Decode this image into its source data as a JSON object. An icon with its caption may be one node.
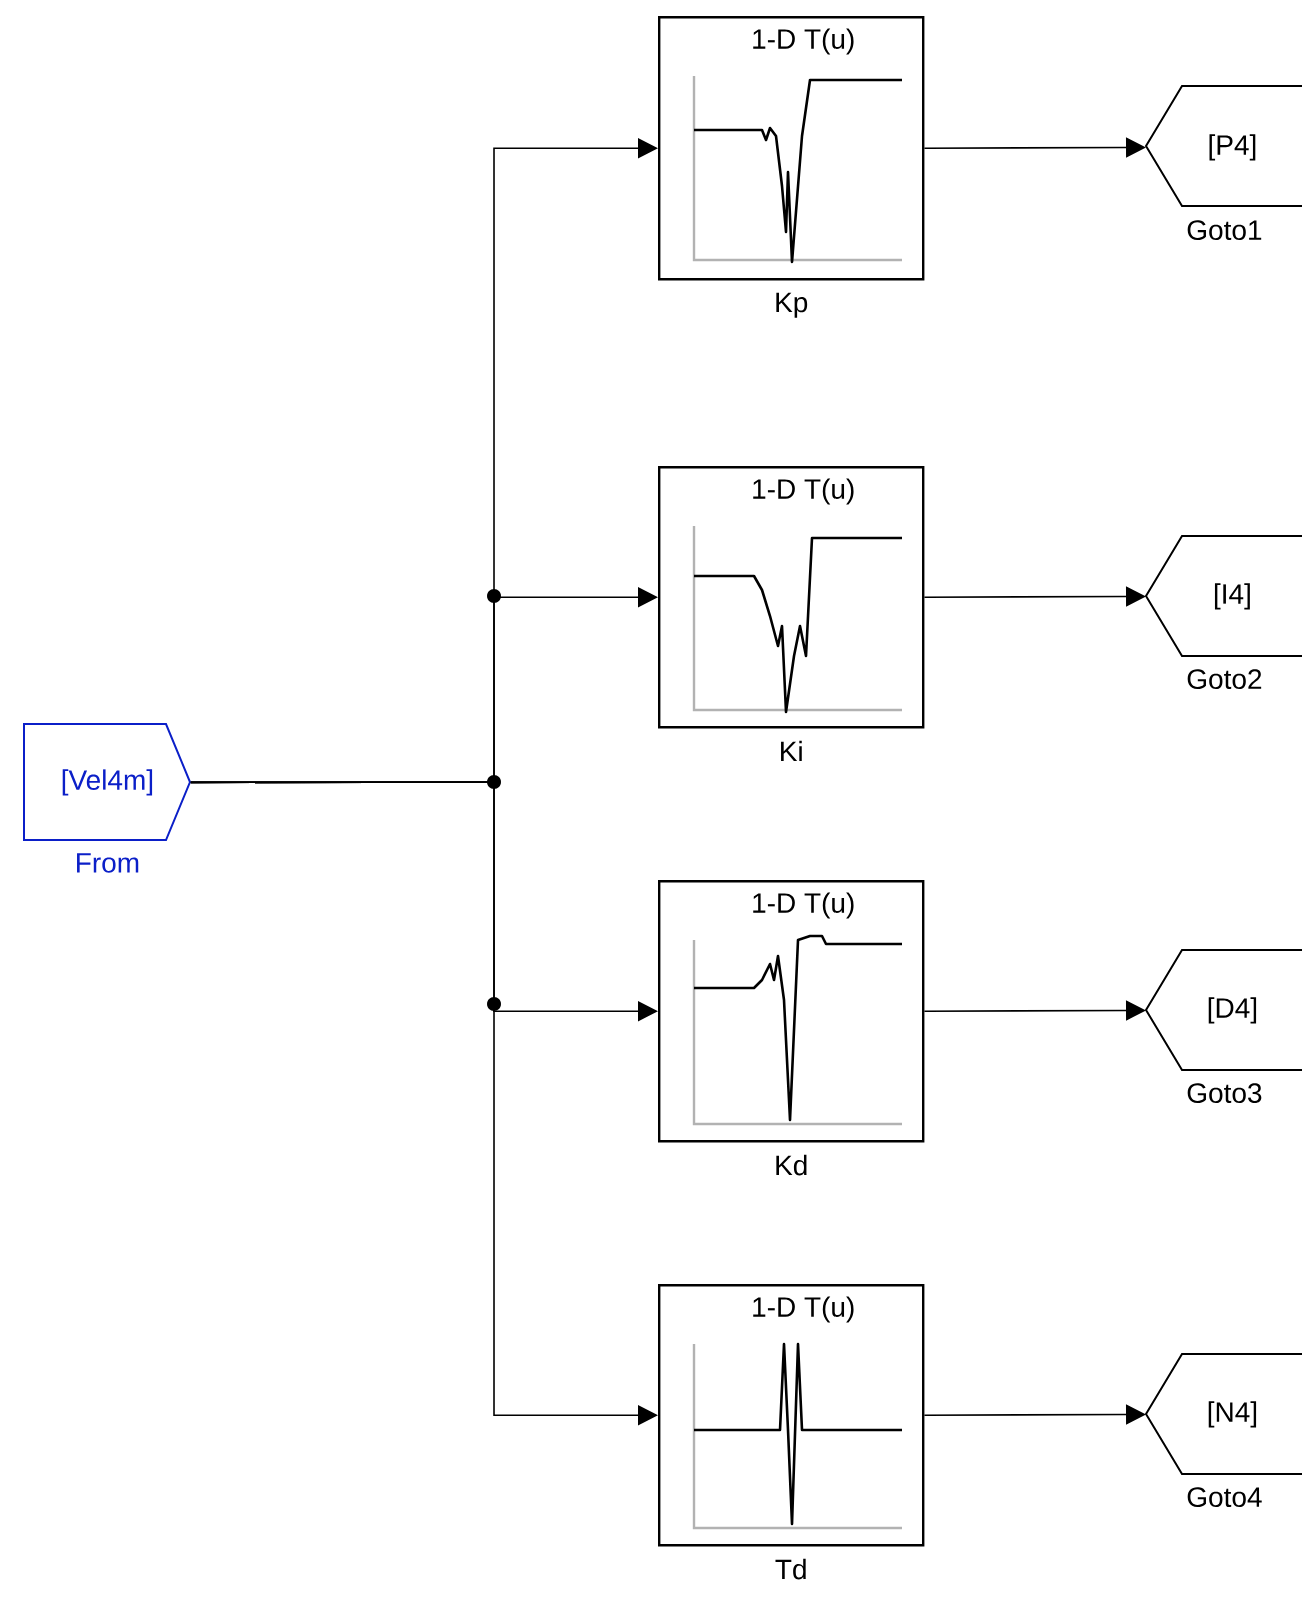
{
  "diagram": {
    "nodes": [
      {
        "text": [
          "[Vel4m]"
        ],
        "beside": [
          "From"
        ]
      },
      {
        "text": [
          "1-D T(u)"
        ],
        "beside": [
          "Kp"
        ]
      },
      {
        "text": [
          "1-D T(u)"
        ],
        "beside": [
          "Ki"
        ]
      },
      {
        "text": [
          "1-D T(u)"
        ],
        "beside": [
          "Kd"
        ]
      },
      {
        "text": [
          "1-D T(u)"
        ],
        "beside": [
          "Td"
        ]
      },
      {
        "text": [
          "[P4]"
        ],
        "beside": [
          "Goto1"
        ]
      },
      {
        "text": [
          "[I4]"
        ],
        "beside": [
          "Goto2"
        ]
      },
      {
        "text": [
          "[D4]"
        ],
        "beside": [
          "Goto3"
        ]
      },
      {
        "text": [
          "[N4]"
        ],
        "beside": [
          "Goto4"
        ]
      }
    ],
    "edges": [
      {
        "from": 0,
        "to": 1,
        "arrow": "to"
      },
      {
        "from": 0,
        "to": 2,
        "arrow": "to"
      },
      {
        "from": 0,
        "to": 3,
        "arrow": "to"
      },
      {
        "from": 0,
        "to": 4,
        "arrow": "to"
      },
      {
        "from": 1,
        "to": 5,
        "arrow": "to"
      },
      {
        "from": 2,
        "to": 6,
        "arrow": "to"
      },
      {
        "from": 3,
        "to": 7,
        "arrow": "to"
      },
      {
        "from": 4,
        "to": 8,
        "arrow": "to"
      }
    ]
  }
}
